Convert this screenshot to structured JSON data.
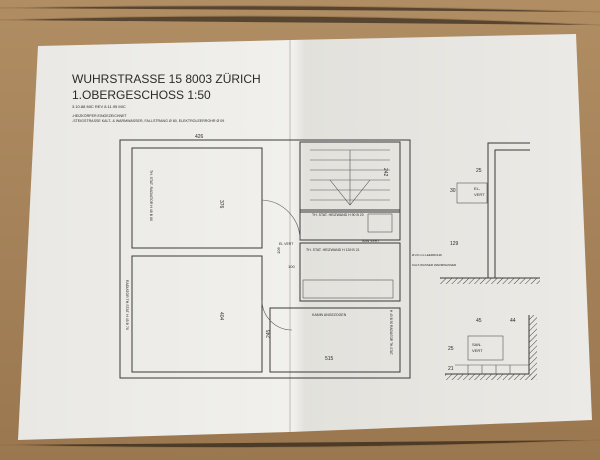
{
  "colors": {
    "table": "#a8865e",
    "paper": "#eeedea",
    "ink": "#2a2a2a"
  },
  "plan": {
    "title_line1": "WUHRSTRASSE 15  8003 ZÜRICH",
    "title_line2": "1.OBERGESCHOSS 1:50",
    "dates": "3.10.88 MIC    REV 8.11.95 MIC",
    "note1": "-HEIZKÖRPER EINGEZEICHNET",
    "note2": "-STEIGSTRASSE KALT- & WARMWASSER, FALLSTRANG Ø 80, ELEKTROLEERROHR Ø 09",
    "dims": {
      "top_room_width": "426",
      "top_room_depth": "376",
      "bottom_room_depth": "404",
      "stair_depth": "242",
      "hall_width": "245",
      "kitchen_width": "515",
      "hall_small": "106",
      "hall_small2": "100"
    },
    "labels": {
      "radiator1": "TH. STAT. RADIATOR H 48 B 80",
      "radiator2": "RADIATOR TH.STAT. H 45 B 70",
      "heizwand1": "TH. STAT. HEIZWAND H 90 B 20",
      "heizwand2": "TH. STAT. HEIZWAND H 139 B 21",
      "el_vert": "EL VERT",
      "san_vert": "SAN VERT",
      "kamin": "KAMIN ANGEZOGEN",
      "radiator3": "H 45 B 50 RADIATOR TH.STAT.",
      "leerrohr": "Ø 20 mm LEERROHR",
      "steig": "KALT-WASSER WARMWASSER"
    },
    "detail_el": {
      "label1": "EL-",
      "label2": "VERT",
      "w": "25",
      "h": "30",
      "base": "129"
    },
    "detail_san": {
      "label1": "SAN-",
      "label2": "VERT",
      "w1": "45",
      "w2": "44",
      "h1": "25",
      "h2": "21"
    }
  }
}
